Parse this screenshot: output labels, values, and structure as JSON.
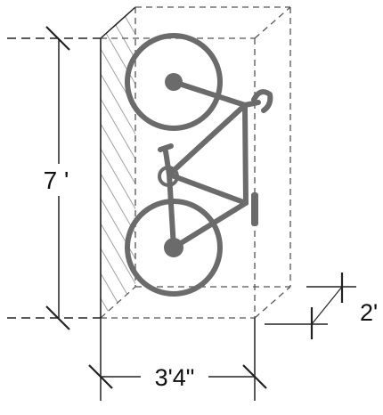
{
  "dimensions": {
    "height_label": "7 '",
    "width_label": "3'4\"",
    "depth_label": "2'"
  },
  "colors": {
    "line": "#222222",
    "dashed": "#555555",
    "bike": "#6b6b6b",
    "hatch": "#8a8a8a",
    "background": "#ffffff"
  },
  "icons": [
    "bicycle-icon"
  ]
}
